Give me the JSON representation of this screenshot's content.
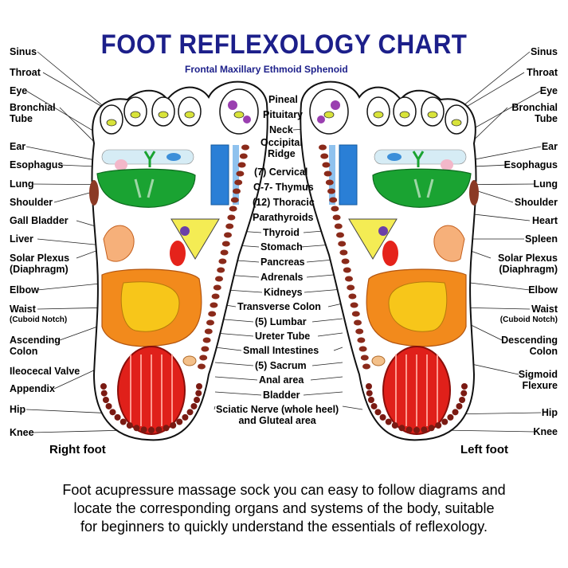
{
  "title": "FOOT REFLEXOLOGY CHART",
  "subtitle": "Frontal  Maxillary  Ethmoid  Sphenoid",
  "foot_names": {
    "right": "Right foot",
    "left": "Left foot"
  },
  "left_labels": [
    "Sinus",
    "Throat",
    "Eye",
    "Bronchial\nTube",
    "Ear",
    "Esophagus",
    "Lung",
    "Shoulder",
    "Gall Bladder",
    "Liver",
    "Solar Plexus\n(Diaphragm)",
    "Elbow",
    "Waist",
    "(Cuboid Notch)",
    "Ascending\nColon",
    "Ileocecal Valve",
    "Appendix",
    "Hip",
    "Knee"
  ],
  "center_labels": [
    "Pineal",
    "Pituitary",
    "Neck",
    "Occipital\nRidge",
    "(7) Cervical",
    "C-7- Thymus",
    "(12) Thoracic",
    "Parathyroids",
    "Thyroid",
    "Stomach",
    "Pancreas",
    "Adrenals",
    "Kidneys",
    "Transverse Colon",
    "(5) Lumbar",
    "Ureter Tube",
    "Small Intestines",
    "(5) Sacrum",
    "Anal area",
    "Bladder",
    "Sciatic Nerve (whole heel)\nand Gluteal area"
  ],
  "right_labels": [
    "Sinus",
    "Throat",
    "Eye",
    "Bronchial\nTube",
    "Ear",
    "Esophagus",
    "Lung",
    "Shoulder",
    "Heart",
    "Spleen",
    "Solar Plexus\n(Diaphragm)",
    "Elbow",
    "Waist",
    "(Cuboid Notch)",
    "Descending\nColon",
    "Sigmoid\nFlexure",
    "Hip",
    "Knee"
  ],
  "caption": [
    "Foot acupressure massage sock you can easy to follow diagrams and",
    "locate the corresponding organs and systems of the body, suitable",
    "for beginners to quickly understand the essentials of reflexology."
  ],
  "colors": {
    "title": "#1c1f8a",
    "lung": "#1aa332",
    "heel": "#e0201a",
    "spine": "#8a2a1a",
    "colon": "#f28a1c",
    "intestine": "#f7c61a",
    "throat": "#2a7fd6"
  }
}
